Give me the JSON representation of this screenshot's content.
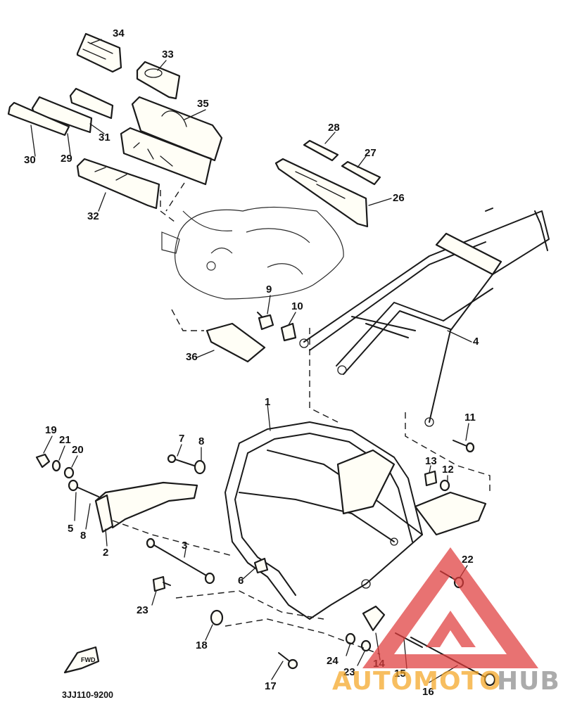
{
  "diagram": {
    "drawing_code": "3JJ110-9200",
    "fwd_label": "FWD",
    "callouts": {
      "c1": "1",
      "c2": "2",
      "c3": "3",
      "c4": "4",
      "c5": "5",
      "c6": "6",
      "c7": "7",
      "c8a": "8",
      "c8b": "8",
      "c9": "9",
      "c10": "10",
      "c11": "11",
      "c12": "12",
      "c13": "13",
      "c14": "14",
      "c15": "15",
      "c16": "16",
      "c17": "17",
      "c18": "18",
      "c19": "19",
      "c20": "20",
      "c21": "21",
      "c22": "22",
      "c23a": "23",
      "c23b": "23",
      "c24": "24",
      "c26": "26",
      "c27": "27",
      "c28": "28",
      "c29": "29",
      "c30": "30",
      "c31": "31",
      "c32": "32",
      "c33": "33",
      "c34": "34",
      "c35": "35",
      "c36": "36"
    }
  },
  "watermark": {
    "brand_part1": "AUTOMOTO",
    "brand_part2": "HUB",
    "color_orange": "#f5a623",
    "color_gray": "#8c8c8c",
    "color_red": "#e03c3c"
  }
}
